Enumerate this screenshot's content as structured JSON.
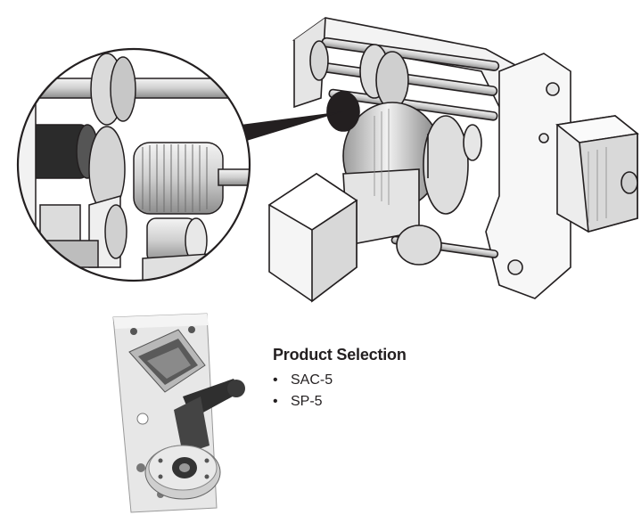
{
  "product_selection": {
    "title": "Product Selection",
    "items": [
      "SAC-5",
      "SP-5"
    ],
    "bullet": "•"
  },
  "illustration": {
    "style": "line-drawing",
    "ink_color": "#231f20",
    "shade_color": "#bdbdbd"
  }
}
